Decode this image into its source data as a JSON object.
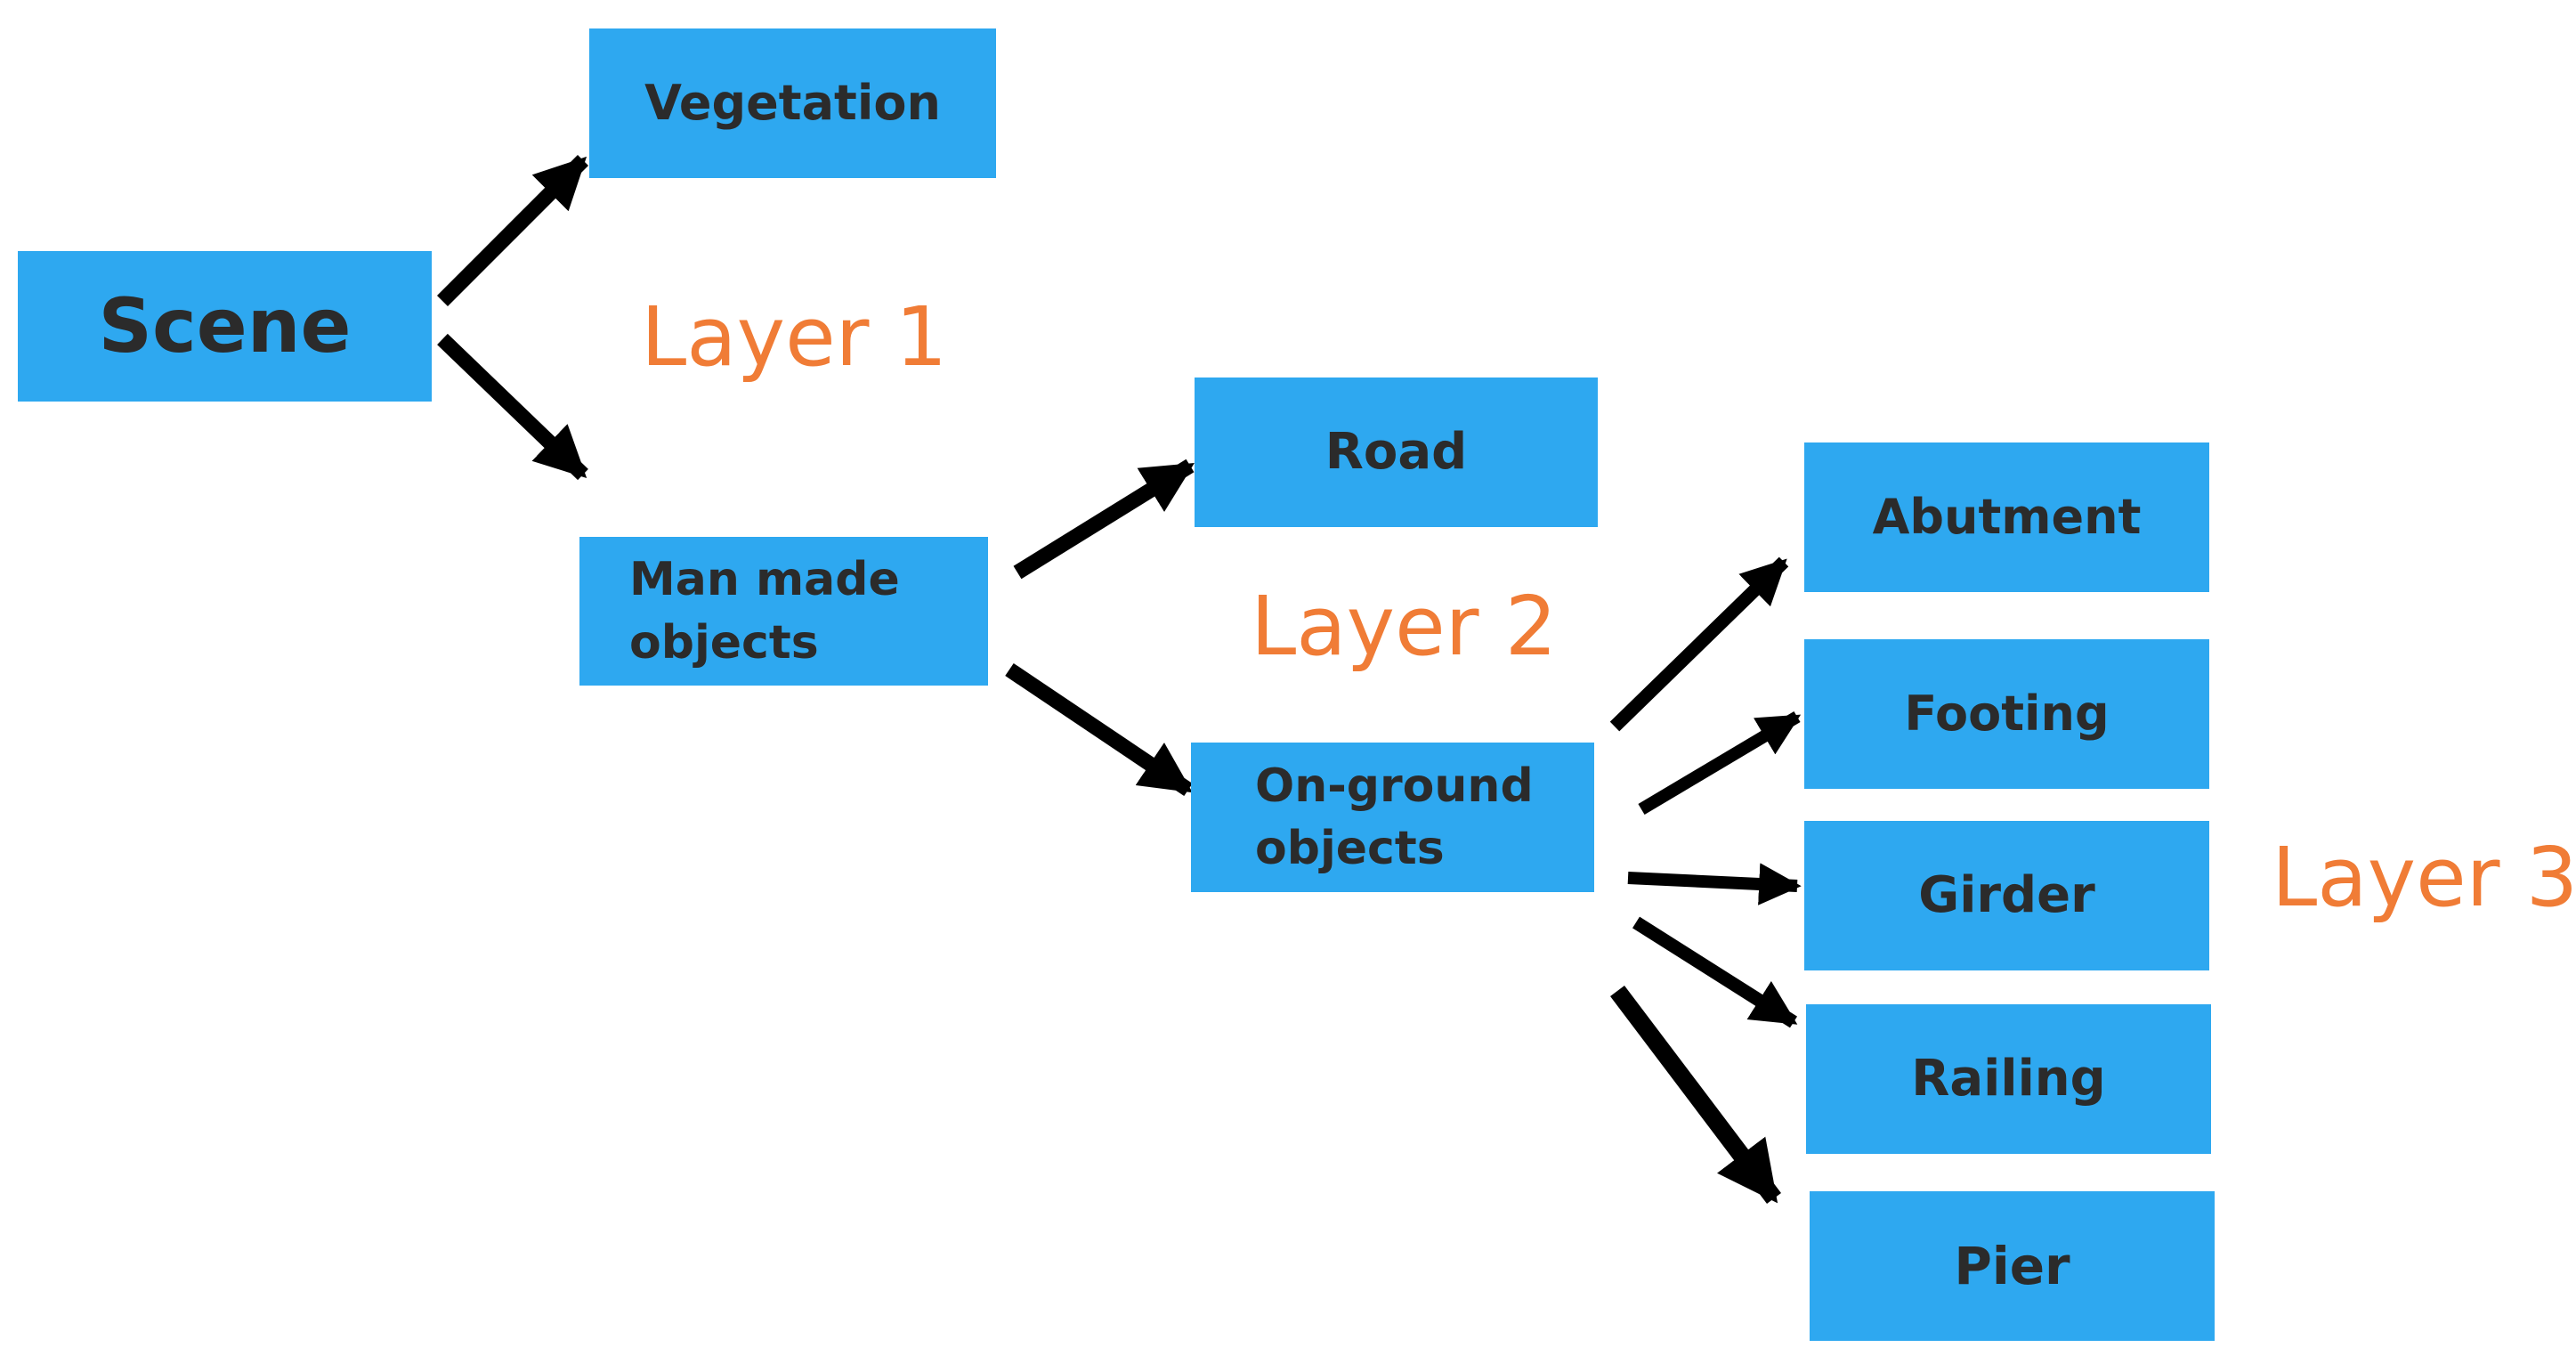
{
  "nodes": {
    "scene": "Scene",
    "vegetation": "Vegetation",
    "man_made": "Man made\nobjects",
    "road": "Road",
    "on_ground": "On-ground\nobjects",
    "abutment": "Abutment",
    "footing": "Footing",
    "girder": "Girder",
    "railing": "Railing",
    "pier": "Pier"
  },
  "layers": {
    "layer1": "Layer 1",
    "layer2": "Layer 2",
    "layer3": "Layer 3"
  },
  "colors": {
    "node_fill": "#2ea8f0",
    "node_text": "#2b2b2b",
    "layer_text": "#f07c36",
    "arrow": "#000000"
  }
}
